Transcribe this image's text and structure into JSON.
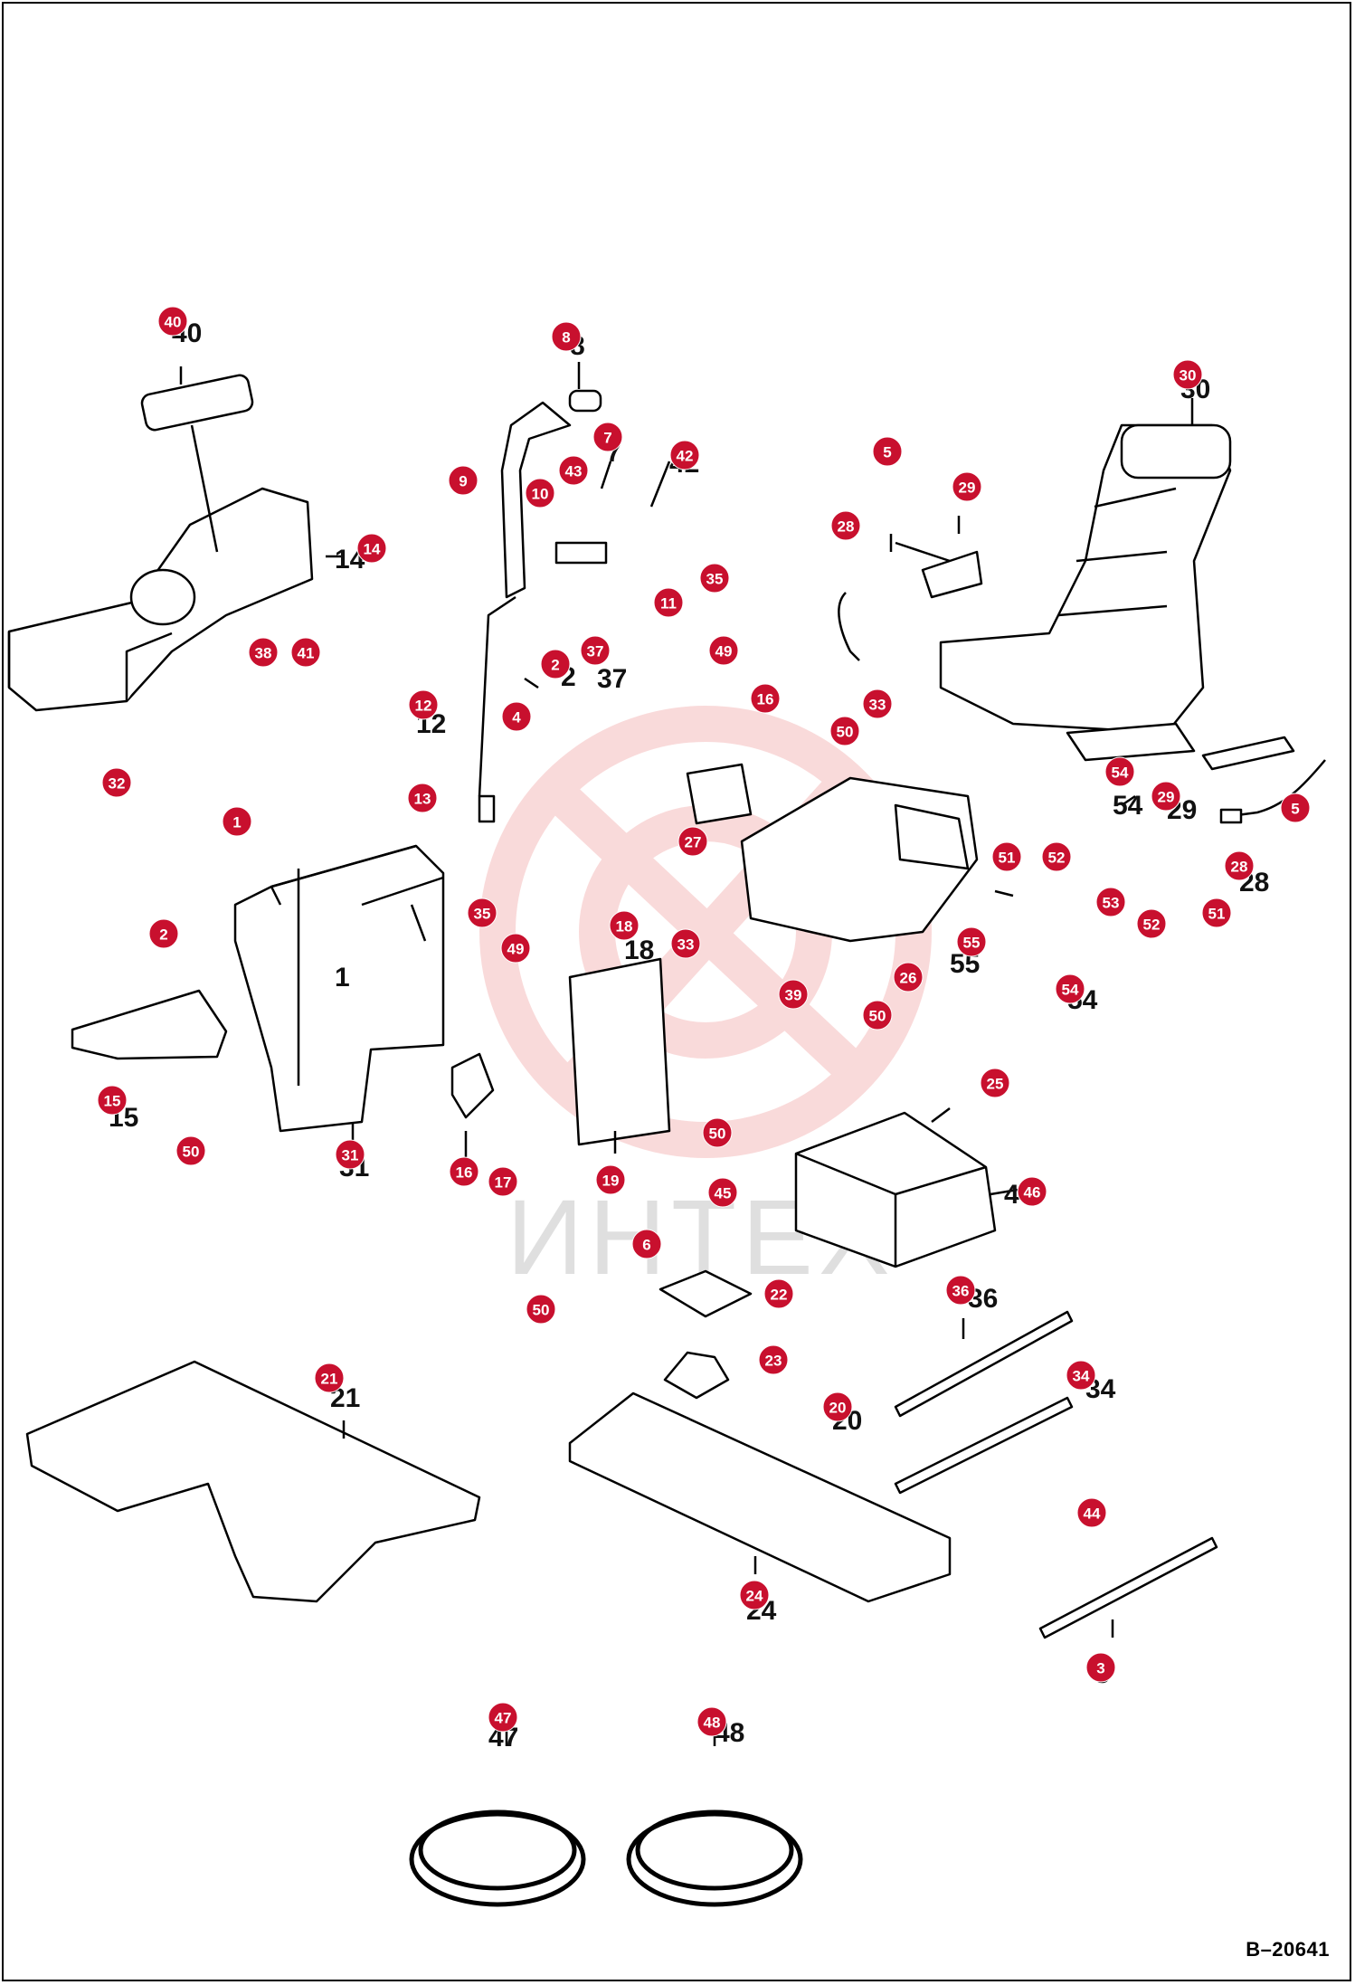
{
  "drawing_id": "B–20641",
  "watermark": {
    "text": "ИНТЕХ"
  },
  "colors": {
    "callout": "#c8102e",
    "line": "#000000",
    "watermark": "#e0201e"
  },
  "callouts": [
    "40",
    "8",
    "7",
    "42",
    "43",
    "10",
    "9",
    "35",
    "11",
    "14",
    "2",
    "37",
    "38",
    "41",
    "32",
    "49",
    "16",
    "12",
    "4",
    "13",
    "27",
    "33",
    "50",
    "1",
    "35",
    "49",
    "18",
    "2",
    "51",
    "52",
    "30",
    "5",
    "29",
    "28",
    "28",
    "29",
    "5",
    "53",
    "52",
    "51",
    "55",
    "54",
    "54",
    "15",
    "31",
    "16",
    "17",
    "19",
    "26",
    "39",
    "50",
    "33",
    "50",
    "50",
    "25",
    "45",
    "46",
    "6",
    "22",
    "50",
    "23",
    "21",
    "36",
    "34",
    "20",
    "44",
    "24",
    "3",
    "47",
    "48"
  ]
}
